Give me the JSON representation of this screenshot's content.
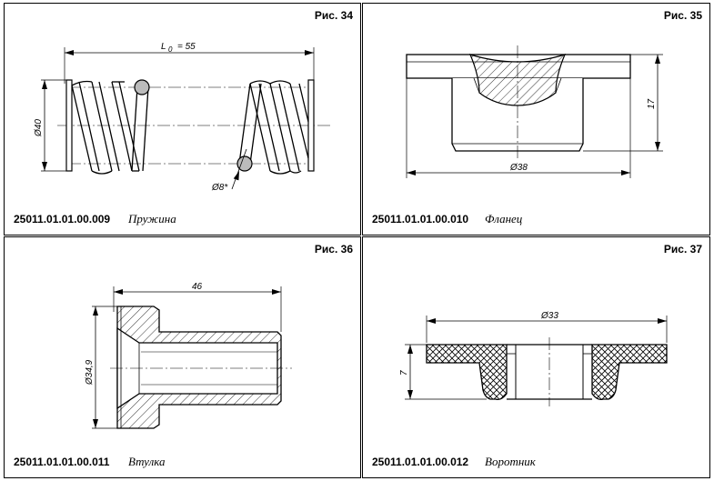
{
  "panels": [
    {
      "figure": "Рис. 34",
      "code": "25011.01.01.00.009",
      "name": "Пружина",
      "dims": {
        "length_sym": "L",
        "length_sub": "0",
        "length_val": "= 55",
        "diameter": "Ø40",
        "wire": "Ø8*"
      }
    },
    {
      "figure": "Рис. 35",
      "code": "25011.01.01.00.010",
      "name": "Фланец",
      "dims": {
        "height": "17",
        "diameter": "Ø38"
      }
    },
    {
      "figure": "Рис. 36",
      "code": "25011.01.01.00.011",
      "name": "Втулка",
      "dims": {
        "length": "46",
        "diameter": "Ø34,9"
      }
    },
    {
      "figure": "Рис. 37",
      "code": "25011.01.01.00.012",
      "name": "Воротник",
      "dims": {
        "height": "7",
        "diameter": "Ø33"
      }
    }
  ]
}
